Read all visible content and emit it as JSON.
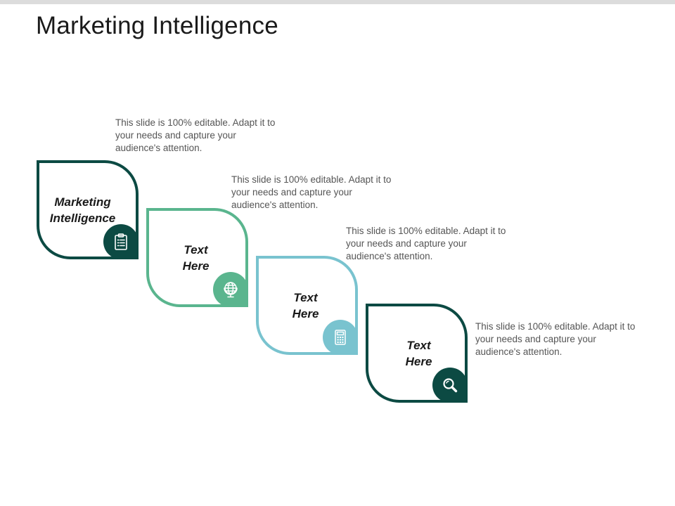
{
  "title": "Marketing Intelligence",
  "colors": {
    "dark_teal": "#0c4a43",
    "green": "#5ab58e",
    "light_blue": "#79c3cf",
    "text": "#1a1a1a",
    "muted_text": "#555555",
    "top_bar": "#dcdcdc"
  },
  "steps": [
    {
      "label": "Marketing Intelligence",
      "description": "This slide is 100% editable. Adapt it to your needs and capture your audience's attention.",
      "icon": "clipboard-icon",
      "color": "#0c4a43"
    },
    {
      "label": "Text Here",
      "description": "This slide is 100% editable. Adapt it to your needs and capture your audience's attention.",
      "icon": "globe-icon",
      "color": "#5ab58e"
    },
    {
      "label": "Text Here",
      "description": "This slide is 100% editable. Adapt it to your needs and capture your audience's attention.",
      "icon": "calculator-icon",
      "color": "#79c3cf"
    },
    {
      "label": "Text Here",
      "description": "This slide is 100% editable. Adapt it to your needs and capture your audience's attention.",
      "icon": "magnifier-icon",
      "color": "#0c4a43"
    }
  ]
}
